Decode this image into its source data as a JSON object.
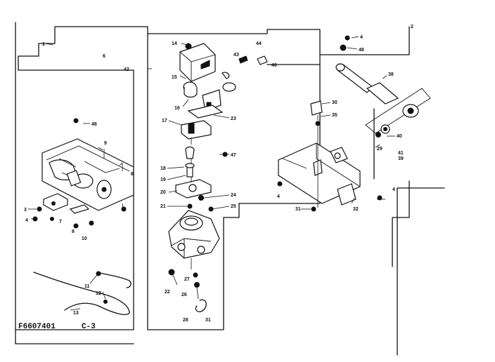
{
  "diagram": {
    "figure_code": "F6607401",
    "page_code": "C-3",
    "callouts": [
      {
        "id": "c1",
        "label": "1"
      },
      {
        "id": "c2",
        "label": "2"
      },
      {
        "id": "c3",
        "label": "3"
      },
      {
        "id": "c4a",
        "label": "4"
      },
      {
        "id": "c4b",
        "label": "4"
      },
      {
        "id": "c4c",
        "label": "4"
      },
      {
        "id": "c4d",
        "label": "4"
      },
      {
        "id": "c6a",
        "label": "6"
      },
      {
        "id": "c6b",
        "label": "6"
      },
      {
        "id": "c7",
        "label": "7"
      },
      {
        "id": "c8",
        "label": "8"
      },
      {
        "id": "c9",
        "label": "9"
      },
      {
        "id": "c10",
        "label": "10"
      },
      {
        "id": "c11",
        "label": "11"
      },
      {
        "id": "c12",
        "label": "12"
      },
      {
        "id": "c13",
        "label": "13"
      },
      {
        "id": "c14",
        "label": "14"
      },
      {
        "id": "c15",
        "label": "15"
      },
      {
        "id": "c16",
        "label": "16"
      },
      {
        "id": "c17",
        "label": "17"
      },
      {
        "id": "c18",
        "label": "18"
      },
      {
        "id": "c19",
        "label": "19"
      },
      {
        "id": "c20",
        "label": "20"
      },
      {
        "id": "c21",
        "label": "21"
      },
      {
        "id": "c22",
        "label": "22"
      },
      {
        "id": "c23",
        "label": "23"
      },
      {
        "id": "c24",
        "label": "24"
      },
      {
        "id": "c25",
        "label": "25"
      },
      {
        "id": "c26",
        "label": "26"
      },
      {
        "id": "c27",
        "label": "27"
      },
      {
        "id": "c28",
        "label": "28"
      },
      {
        "id": "c29",
        "label": "29"
      },
      {
        "id": "c30",
        "label": "30"
      },
      {
        "id": "c31a",
        "label": "31"
      },
      {
        "id": "c31b",
        "label": "31"
      },
      {
        "id": "c32",
        "label": "32"
      },
      {
        "id": "c35",
        "label": "35"
      },
      {
        "id": "c38",
        "label": "38"
      },
      {
        "id": "c39",
        "label": "39"
      },
      {
        "id": "c40",
        "label": "40"
      },
      {
        "id": "c41",
        "label": "41"
      },
      {
        "id": "c42",
        "label": "42"
      },
      {
        "id": "c43",
        "label": "43"
      },
      {
        "id": "c44",
        "label": "44"
      },
      {
        "id": "c46",
        "label": "46"
      },
      {
        "id": "c47",
        "label": "47"
      },
      {
        "id": "c48a",
        "label": "48"
      },
      {
        "id": "c48b",
        "label": "48"
      }
    ]
  }
}
